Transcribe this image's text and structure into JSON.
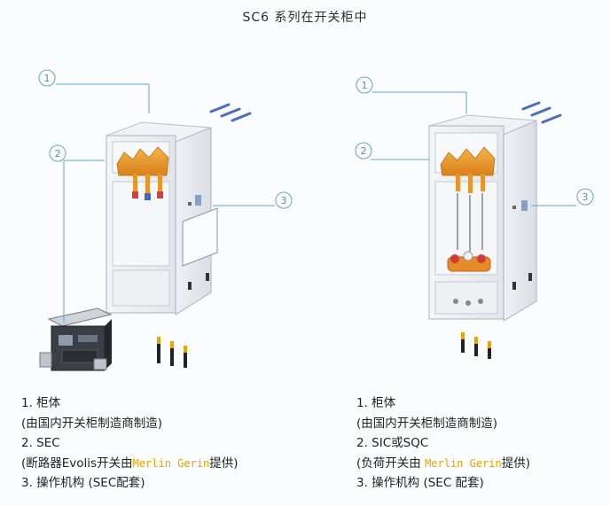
{
  "title": "SC6 系列在开关柜中",
  "callouts": [
    "1",
    "2",
    "3"
  ],
  "left": {
    "lines": [
      {
        "text": "1. 柜体"
      },
      {
        "text": "(由国内开关柜制造商制造)"
      },
      {
        "text": "2. SEC"
      },
      {
        "pre": "(断路器Evolis开关由",
        "hl": "Merlin Gerin",
        "post": "提供)"
      },
      {
        "text": "3. 操作机构 (SEC配套)"
      }
    ]
  },
  "right": {
    "lines": [
      {
        "text": "1. 柜体"
      },
      {
        "text": "(由国内开关柜制造商制造)"
      },
      {
        "text": "2. SIC或SQC"
      },
      {
        "pre": "(负荷开关由 ",
        "hl": "Merlin Gerin",
        "post": "提供)"
      },
      {
        "text": "3. 操作机构 (SEC 配套)"
      }
    ]
  },
  "colors": {
    "accent": "#e8a400",
    "callout": "#5fa6c4",
    "cabinet": "#dfe4ea",
    "copper": "#e89a2a"
  }
}
